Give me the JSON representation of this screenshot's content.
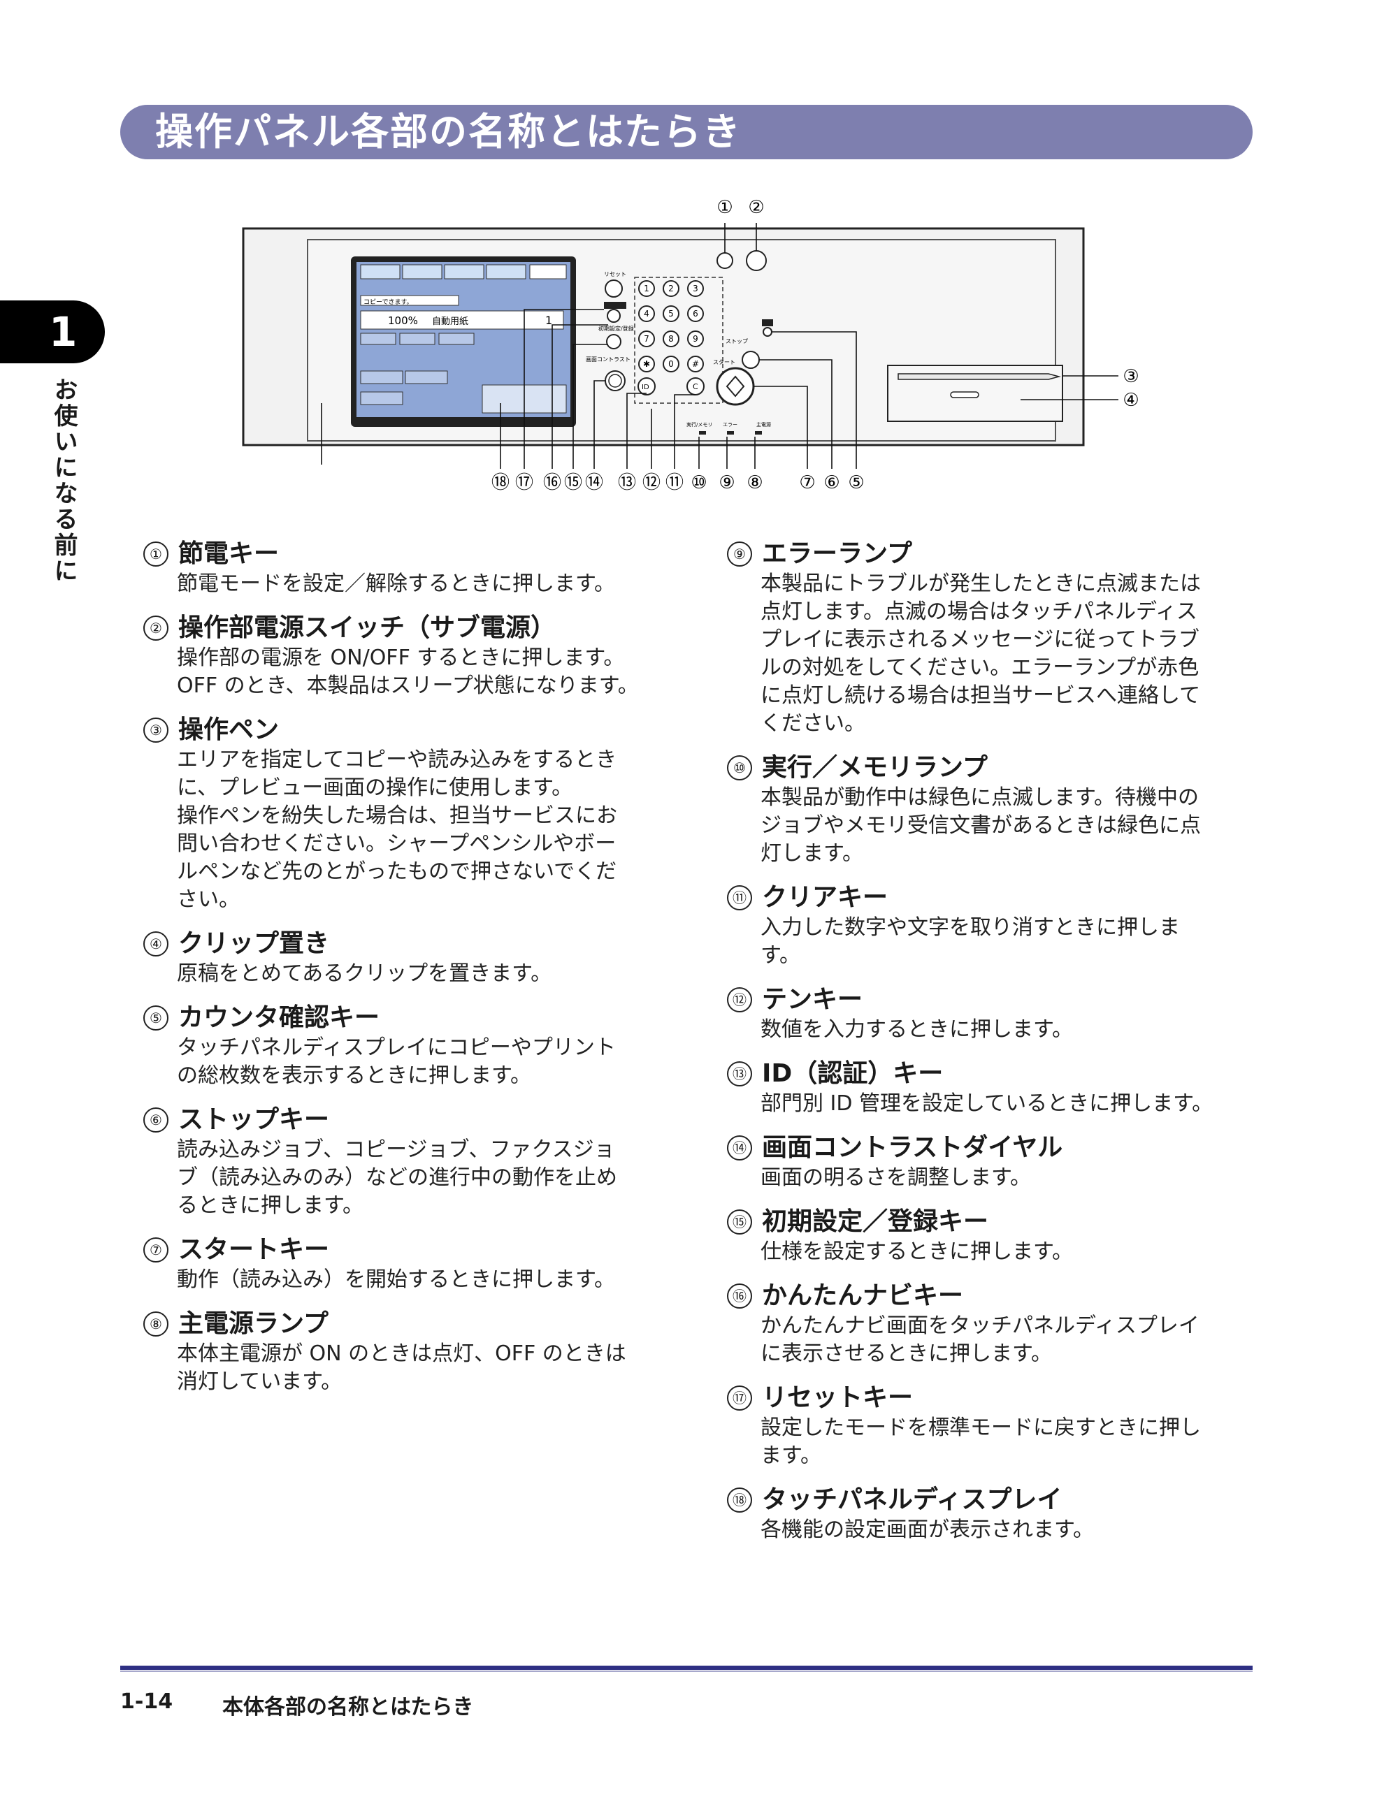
{
  "title": "操作パネル各部の名称とはたらき",
  "chapter": {
    "number": "1",
    "title": "お使いになる前に"
  },
  "diagram": {
    "callouts_top": [
      "①",
      "②"
    ],
    "callouts_right": [
      "③",
      "④"
    ],
    "callouts_bottom": [
      "⑱",
      "⑰",
      "⑯",
      "⑮",
      "⑭",
      "⑬",
      "⑫",
      "⑪",
      "⑩",
      "⑨",
      "⑧",
      "⑦",
      "⑥",
      "⑤"
    ],
    "screen": {
      "zoom": "100%",
      "paper": "自動用紙",
      "copies": "1",
      "status": "コピーできます。"
    },
    "keypad": [
      "1",
      "2",
      "3",
      "4",
      "5",
      "6",
      "7",
      "8",
      "9",
      "✱",
      "0",
      "#"
    ],
    "labels": {
      "reset": "リセット",
      "start": "スタート",
      "stop": "ストップ",
      "contrast": "画面コントラスト",
      "run_memory": "実行/メモリ",
      "error": "エラー",
      "main_power": "主電源",
      "initial_setup": "初期設定/登録",
      "id": "ID",
      "clear": "C"
    }
  },
  "items_left": [
    {
      "num": "①",
      "title": "節電キー",
      "body": "節電モードを設定／解除するときに押します。"
    },
    {
      "num": "②",
      "title": "操作部電源スイッチ（サブ電源）",
      "body": "操作部の電源を ON/OFF するときに押します。\nOFF のとき、本製品はスリープ状態になります。"
    },
    {
      "num": "③",
      "title": "操作ペン",
      "body": "エリアを指定してコピーや読み込みをするとき\nに、プレビュー画面の操作に使用します。\n操作ペンを紛失した場合は、担当サービスにお\n問い合わせください。シャープペンシルやボー\nルペンなど先のとがったもので押さないでくだ\nさい。"
    },
    {
      "num": "④",
      "title": "クリップ置き",
      "body": "原稿をとめてあるクリップを置きます。"
    },
    {
      "num": "⑤",
      "title": "カウンタ確認キー",
      "body": "タッチパネルディスプレイにコピーやプリント\nの総枚数を表示するときに押します。"
    },
    {
      "num": "⑥",
      "title": "ストップキー",
      "body": "読み込みジョブ、コピージョブ、ファクスジョ\nブ（読み込みのみ）などの進行中の動作を止め\nるときに押します。"
    },
    {
      "num": "⑦",
      "title": "スタートキー",
      "body": "動作（読み込み）を開始するときに押します。"
    },
    {
      "num": "⑧",
      "title": "主電源ランプ",
      "body": "本体主電源が ON のときは点灯、OFF のときは\n消灯しています。"
    }
  ],
  "items_right": [
    {
      "num": "⑨",
      "title": "エラーランプ",
      "body": "本製品にトラブルが発生したときに点滅または\n点灯します。点滅の場合はタッチパネルディス\nプレイに表示されるメッセージに従ってトラブ\nルの対処をしてください。エラーランプが赤色\nに点灯し続ける場合は担当サービスへ連絡して\nください。"
    },
    {
      "num": "⑩",
      "title": "実行／メモリランプ",
      "body": "本製品が動作中は緑色に点滅します。待機中の\nジョブやメモリ受信文書があるときは緑色に点\n灯します。"
    },
    {
      "num": "⑪",
      "title": "クリアキー",
      "body": "入力した数字や文字を取り消すときに押しま\nす。"
    },
    {
      "num": "⑫",
      "title": "テンキー",
      "body": "数値を入力するときに押します。"
    },
    {
      "num": "⑬",
      "title": "ID（認証）キー",
      "body": "部門別 ID 管理を設定しているときに押します。"
    },
    {
      "num": "⑭",
      "title": "画面コントラストダイヤル",
      "body": "画面の明るさを調整します。"
    },
    {
      "num": "⑮",
      "title": "初期設定／登録キー",
      "body": "仕様を設定するときに押します。"
    },
    {
      "num": "⑯",
      "title": "かんたんナビキー",
      "body": "かんたんナビ画面をタッチパネルディスプレイ\nに表示させるときに押します。"
    },
    {
      "num": "⑰",
      "title": "リセットキー",
      "body": "設定したモードを標準モードに戻すときに押し\nます。"
    },
    {
      "num": "⑱",
      "title": "タッチパネルディスプレイ",
      "body": "各機能の設定画面が表示されます。"
    }
  ],
  "footer": {
    "page": "1-14",
    "title": "本体各部の名称とはたらき"
  },
  "colors": {
    "title_bar": "#7e7faf",
    "footer_rule": "#2e2f83",
    "screen": "#8ea6d6"
  }
}
